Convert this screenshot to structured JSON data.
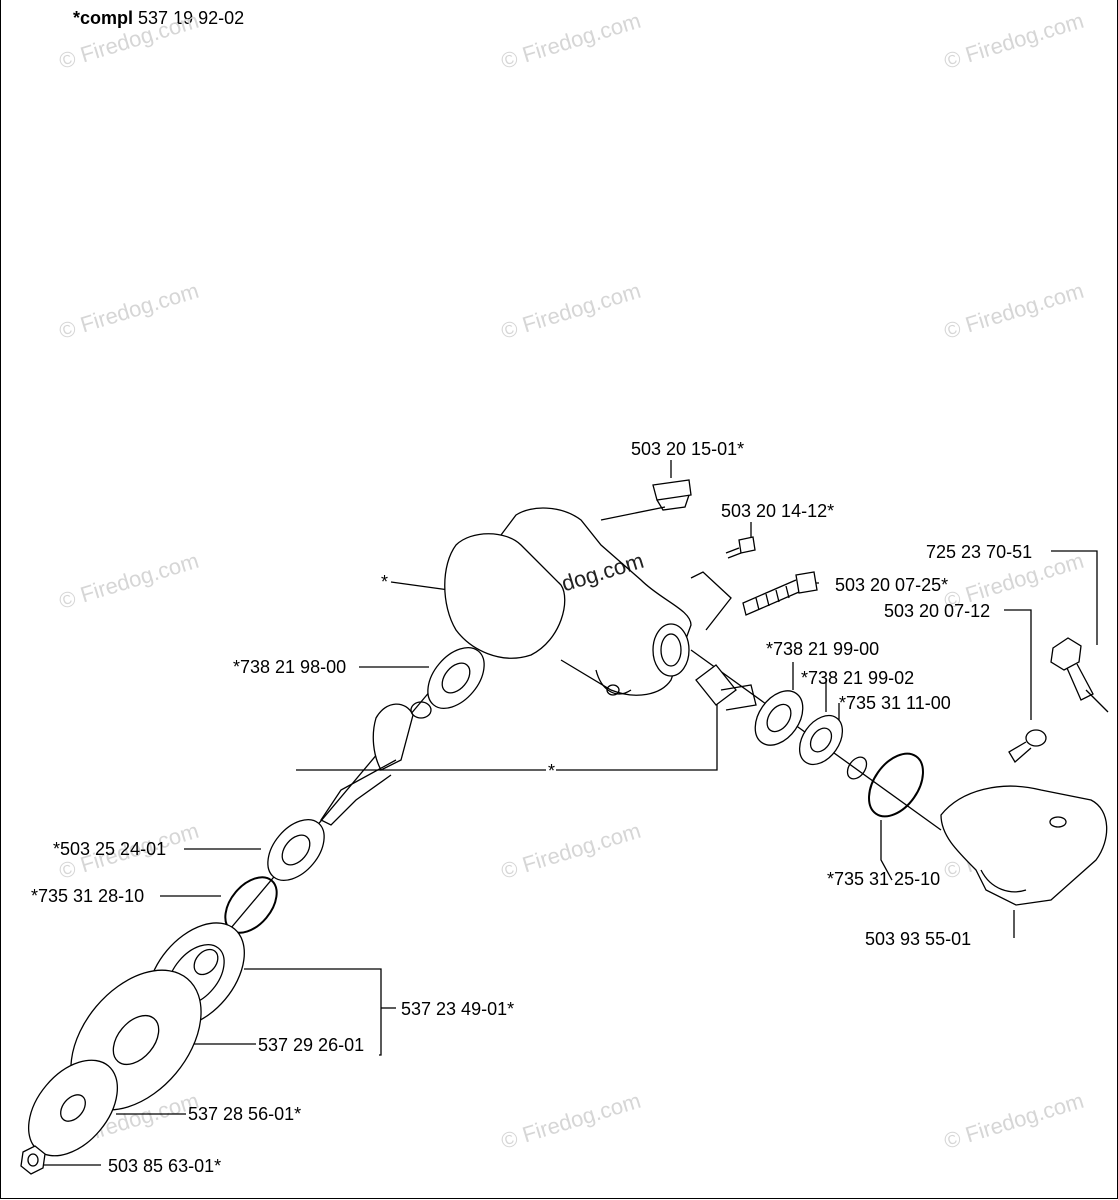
{
  "header": {
    "bold": "*compl",
    "number": "537 19 92-02"
  },
  "watermark": "© Firedog.com",
  "parts": {
    "p1": "503 20 15-01*",
    "p2": "503 20 14-12*",
    "p3": "503 20 07-25*",
    "p4": "725 23 70-51",
    "p5": "503 20 07-12",
    "p6": "*738 21 99-00",
    "p7": "*738 21 99-02",
    "p8": "*735 31 11-00",
    "p9": "*738 21 98-00",
    "p10": "*",
    "p11": "*",
    "p12": "*503 25 24-01",
    "p13": "*735 31 28-10",
    "p14": "*735 31 25-10",
    "p15": "503 93 55-01",
    "p16": "537 23 49-01*",
    "p17": "537 29 26-01",
    "p18": "537 28 56-01*",
    "p19": "503 85 63-01*"
  }
}
